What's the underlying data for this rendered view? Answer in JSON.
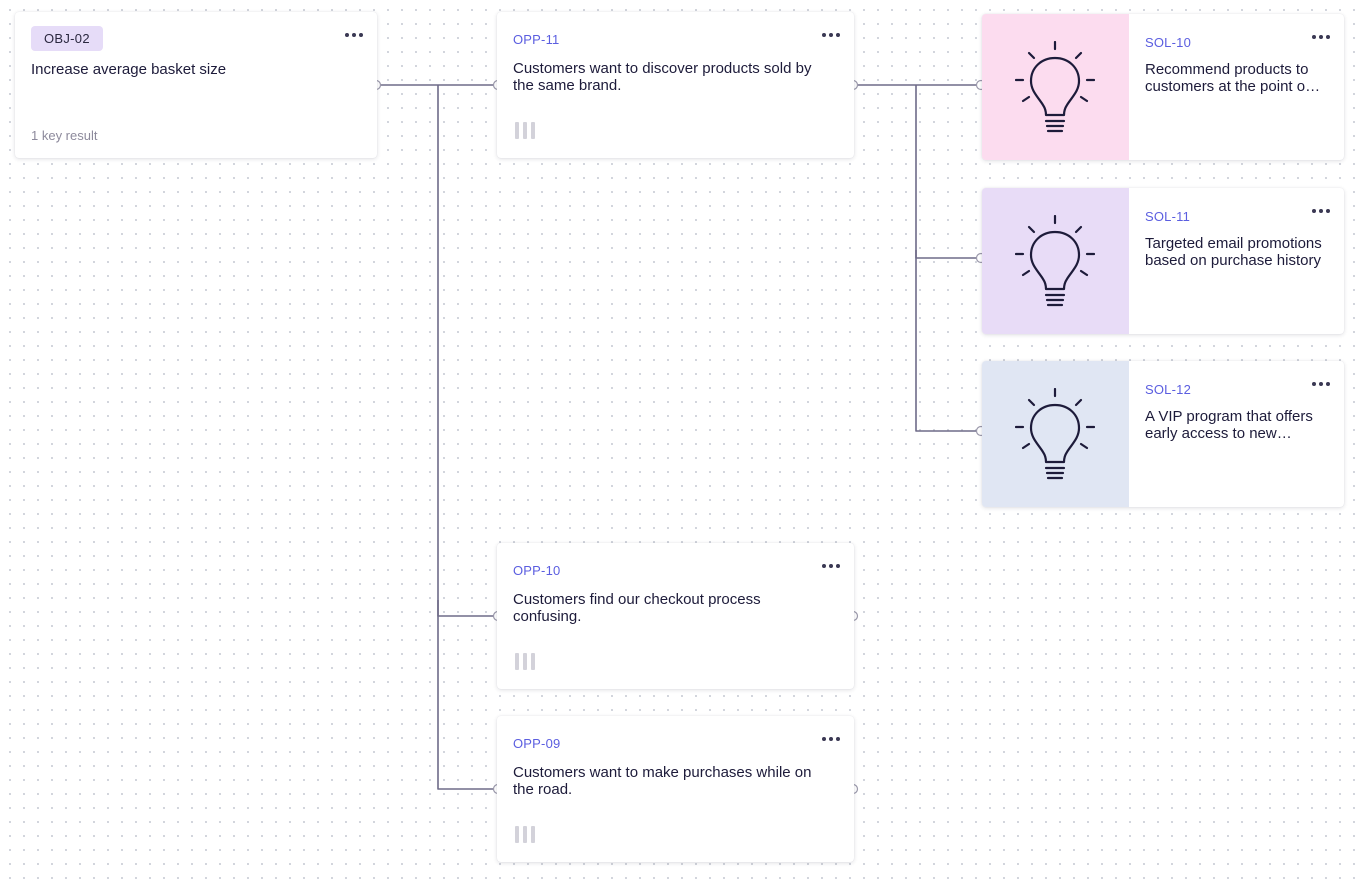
{
  "objective": {
    "tag": "OBJ-02",
    "title": "Increase average basket size",
    "meta": "1 key result"
  },
  "opportunities": [
    {
      "code": "OPP-11",
      "title": "Customers want to discover products sold by the same brand."
    },
    {
      "code": "OPP-10",
      "title": "Customers find our checkout process confusing."
    },
    {
      "code": "OPP-09",
      "title": "Customers want to make purchases while on the road."
    }
  ],
  "solutions": [
    {
      "code": "SOL-10",
      "title": "Recommend products to customers at the point of sale",
      "image_color": "#fcdcef",
      "icon": "lightbulb-icon"
    },
    {
      "code": "SOL-11",
      "title": "Targeted email promotions based on purchase history",
      "image_color": "#e8dcf7",
      "icon": "lightbulb-icon"
    },
    {
      "code": "SOL-12",
      "title": "A VIP program that offers early access to new products",
      "image_color": "#e0e6f3",
      "icon": "lightbulb-icon"
    }
  ],
  "colors": {
    "accent": "#5b5ee0",
    "connector": "#6e6b88",
    "tag_background": "#e6dcf8"
  }
}
